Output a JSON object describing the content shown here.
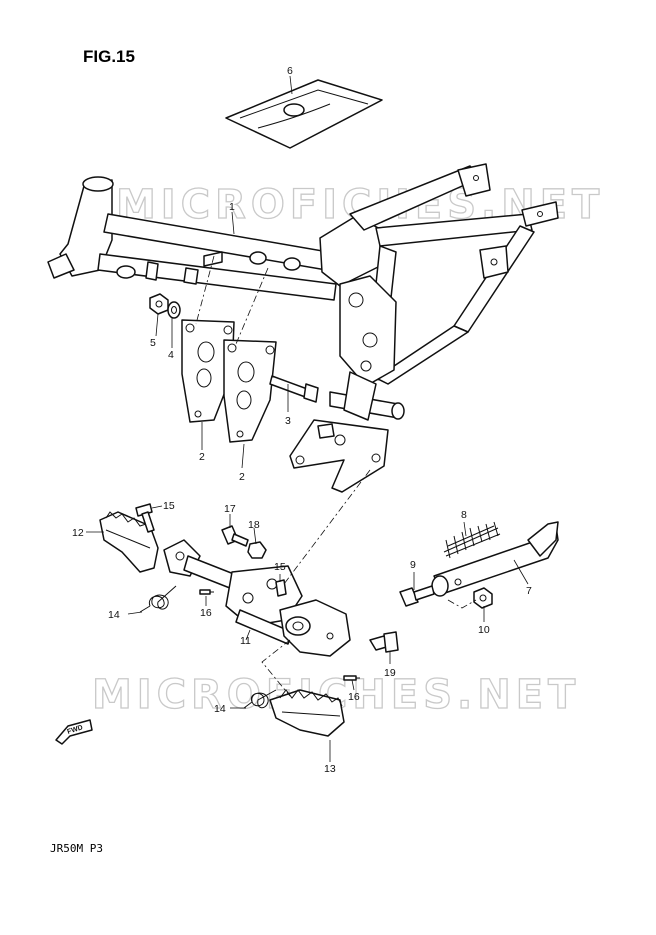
{
  "figure": {
    "title": "FIG.15",
    "model_code": "JR50M P3",
    "watermark": "MICROFICHES.NET",
    "forward_label": "FWD"
  },
  "callouts": [
    {
      "id": "c1",
      "label": "1"
    },
    {
      "id": "c2a",
      "label": "2"
    },
    {
      "id": "c2b",
      "label": "2"
    },
    {
      "id": "c3",
      "label": "3"
    },
    {
      "id": "c4",
      "label": "4"
    },
    {
      "id": "c5",
      "label": "5"
    },
    {
      "id": "c6",
      "label": "6"
    },
    {
      "id": "c7",
      "label": "7"
    },
    {
      "id": "c8",
      "label": "8"
    },
    {
      "id": "c9",
      "label": "9"
    },
    {
      "id": "c10",
      "label": "10"
    },
    {
      "id": "c11",
      "label": "11"
    },
    {
      "id": "c12",
      "label": "12"
    },
    {
      "id": "c13",
      "label": "13"
    },
    {
      "id": "c14a",
      "label": "14"
    },
    {
      "id": "c14b",
      "label": "14"
    },
    {
      "id": "c15a",
      "label": "15"
    },
    {
      "id": "c15b",
      "label": "15"
    },
    {
      "id": "c16a",
      "label": "16"
    },
    {
      "id": "c16b",
      "label": "16"
    },
    {
      "id": "c17",
      "label": "17"
    },
    {
      "id": "c18",
      "label": "18"
    },
    {
      "id": "c19",
      "label": "19"
    }
  ]
}
